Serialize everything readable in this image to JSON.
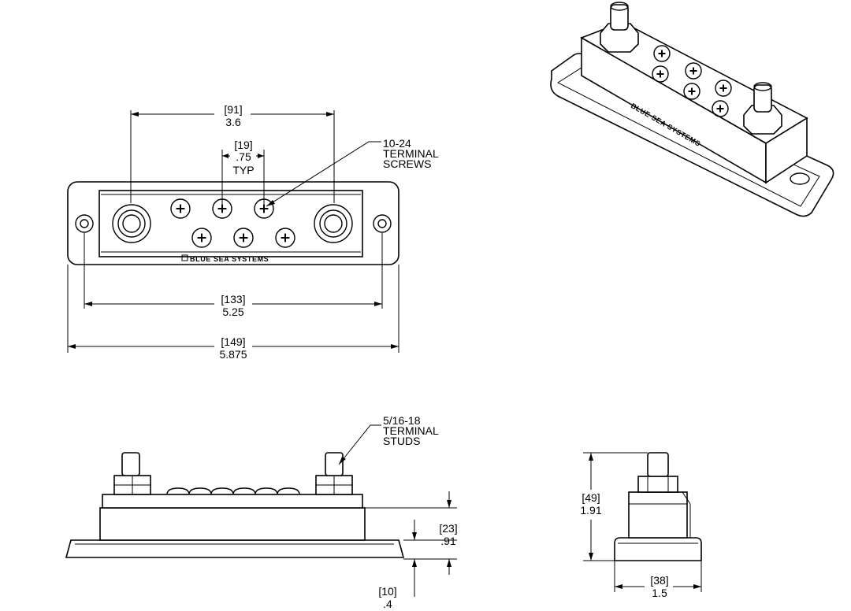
{
  "dims": {
    "screw_spacing_mm": "[91]",
    "screw_spacing_in": "3.6",
    "pitch_mm": "[19]",
    "pitch_in": ".75",
    "pitch_note": "TYP",
    "mount_holes_mm": "[133]",
    "mount_holes_in": "5.25",
    "overall_mm": "[149]",
    "overall_in": "5.875",
    "body_height_mm": "[23]",
    "body_height_in": ".91",
    "base_mm": "[10]",
    "base_in": ".4",
    "total_height_mm": "[49]",
    "total_height_in": "1.91",
    "width_mm": "[38]",
    "width_in": "1.5"
  },
  "callouts": {
    "screws_l1": "10-24",
    "screws_l2": "TERMINAL",
    "screws_l3": "SCREWS",
    "studs_l1": "5/16-18",
    "studs_l2": "TERMINAL",
    "studs_l3": "STUDS"
  },
  "brand": "BLUE SEA SYSTEMS"
}
